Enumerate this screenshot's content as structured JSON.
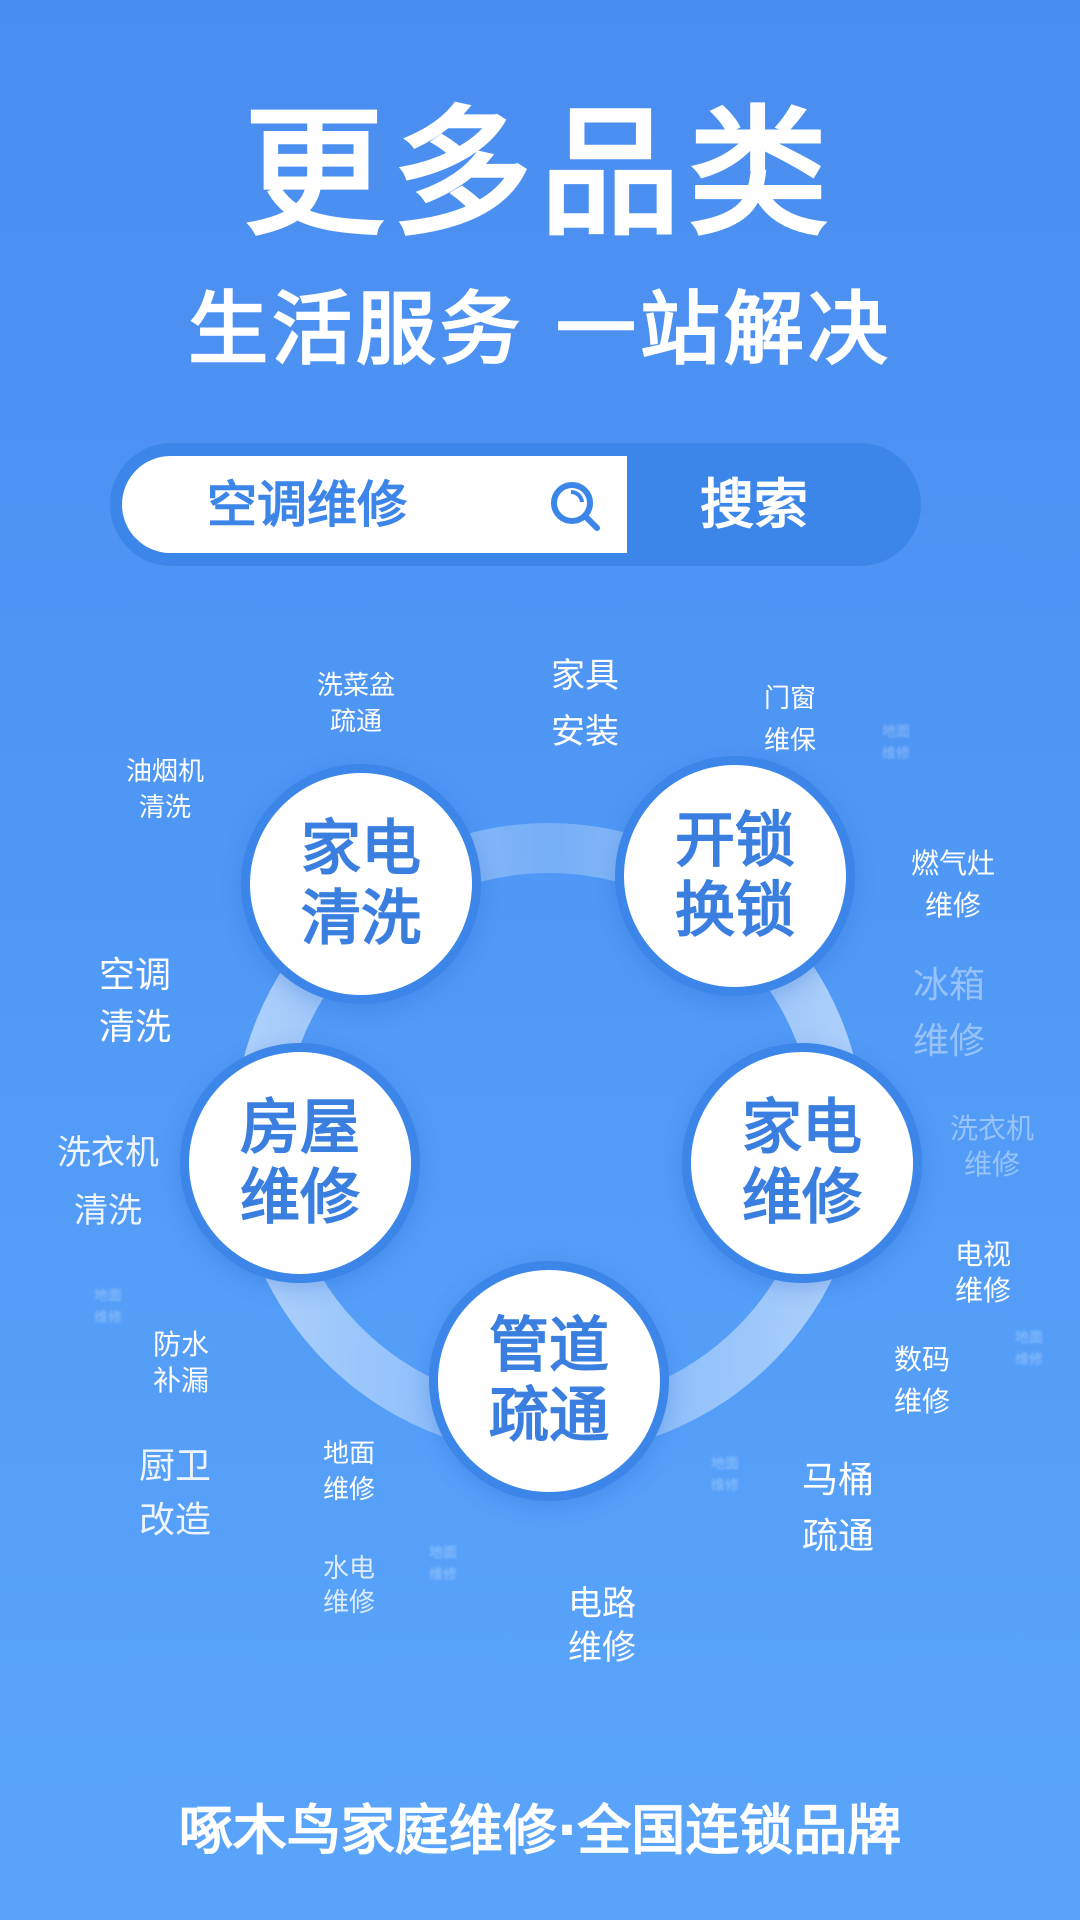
{
  "header": {
    "title": "更多品类",
    "subtitle": "生活服务 一站解决"
  },
  "search": {
    "value": "空调维修",
    "icon": "search-icon",
    "button_label": "搜索"
  },
  "categories": [
    {
      "l1": "家电",
      "l2": "清洗"
    },
    {
      "l1": "开锁",
      "l2": "换锁"
    },
    {
      "l1": "家电",
      "l2": "维修"
    },
    {
      "l1": "房屋",
      "l2": "维修"
    },
    {
      "l1": "管道",
      "l2": "疏通"
    }
  ],
  "tags": [
    {
      "l1": "洗菜盆",
      "l2": "疏通"
    },
    {
      "l1": "家具",
      "l2": "安装"
    },
    {
      "l1": "门窗",
      "l2": "维保"
    },
    {
      "l1": "地面",
      "l2": "维修"
    },
    {
      "l1": "油烟机",
      "l2": "清洗"
    },
    {
      "l1": "燃气灶",
      "l2": "维修"
    },
    {
      "l1": "冰箱",
      "l2": "维修"
    },
    {
      "l1": "空调",
      "l2": "清洗"
    },
    {
      "l1": "洗衣机",
      "l2": "维修"
    },
    {
      "l1": "洗衣机",
      "l2": "清洗"
    },
    {
      "l1": "地面",
      "l2": "维修"
    },
    {
      "l1": "电视",
      "l2": "维修"
    },
    {
      "l1": "地面",
      "l2": "维修"
    },
    {
      "l1": "防水",
      "l2": "补漏"
    },
    {
      "l1": "数码",
      "l2": "维修"
    },
    {
      "l1": "厨卫",
      "l2": "改造"
    },
    {
      "l1": "地面",
      "l2": "维修"
    },
    {
      "l1": "地面",
      "l2": "维修"
    },
    {
      "l1": "马桶",
      "l2": "疏通"
    },
    {
      "l1": "水电",
      "l2": "维修"
    },
    {
      "l1": "地面",
      "l2": "维修"
    },
    {
      "l1": "电路",
      "l2": "维修"
    }
  ],
  "footer": {
    "text": "啄木鸟家庭维修·全国连锁品牌"
  },
  "colors": {
    "accent": "#3b86e8",
    "background_top": "#4a8df0",
    "background_bottom": "#5aa5fb"
  }
}
